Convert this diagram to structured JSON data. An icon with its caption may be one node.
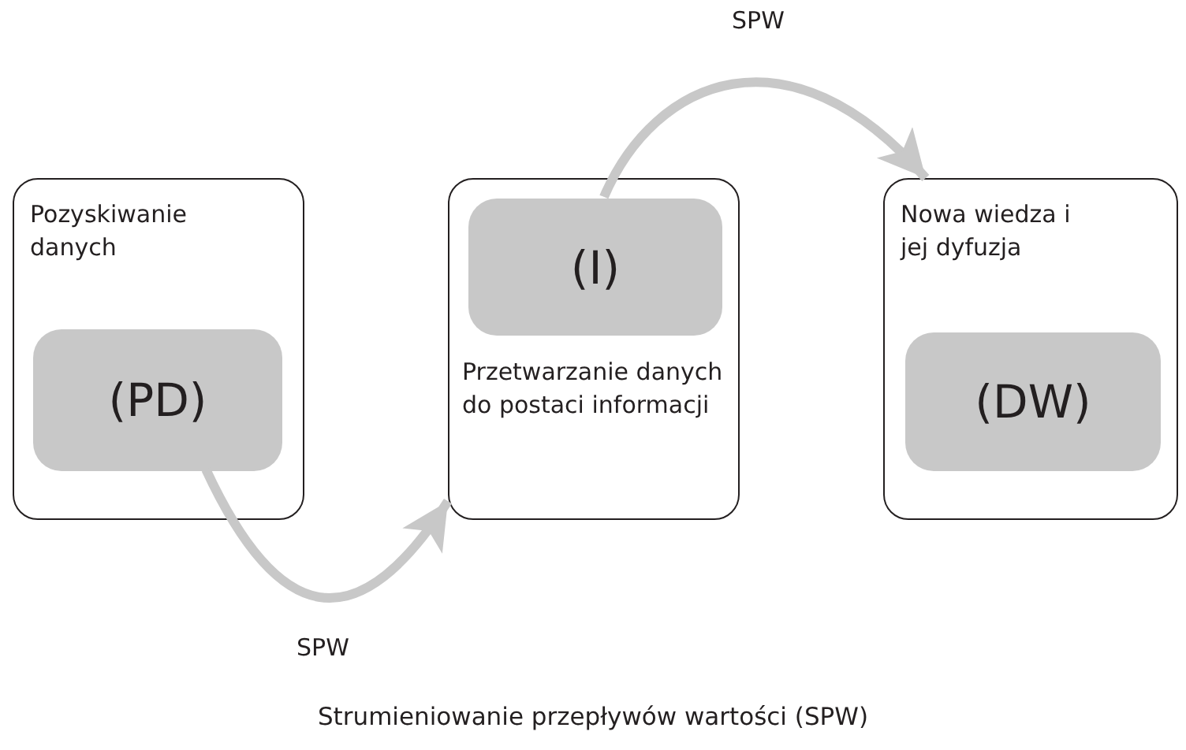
{
  "diagram": {
    "caption": "Strumieniowanie przepływów wartości (SPW)",
    "nodes": [
      {
        "text": [
          "Pozyskiwanie danych"
        ]
      },
      {
        "text": [
          "(PD)"
        ],
        "in": 0
      },
      {
        "text": [
          "Przetwarzanie danych do postaci informacji"
        ]
      },
      {
        "text": [
          "(I)"
        ],
        "in": 2
      },
      {
        "text": [
          "Nowa wiedza i jej dyfuzja"
        ]
      },
      {
        "text": [
          "(DW)"
        ],
        "in": 4
      }
    ],
    "edges": [
      {
        "from": 1,
        "to": 2,
        "arrow": "to",
        "label": "SPW"
      },
      {
        "from": 3,
        "to": 4,
        "arrow": "to",
        "label": "SPW"
      }
    ]
  }
}
